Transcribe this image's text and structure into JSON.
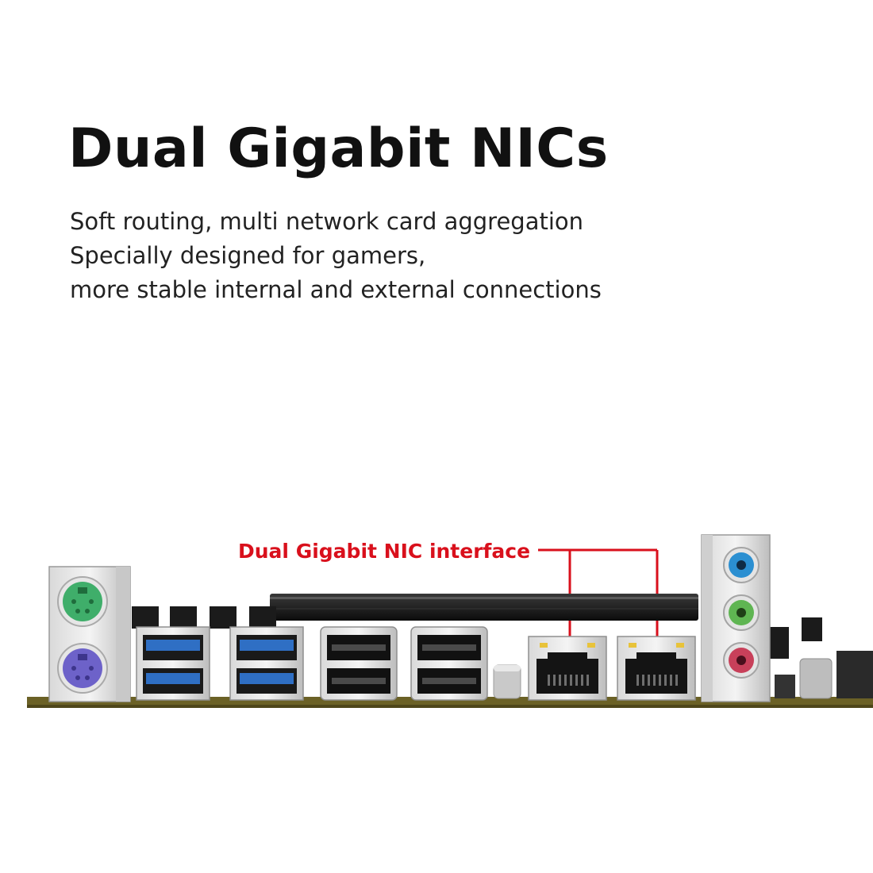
{
  "heading": {
    "title": "Dual Gigabit NICs",
    "lines": [
      "Soft routing, multi network card aggregation",
      "Specially designed for gamers,",
      "more stable internal and external connections"
    ]
  },
  "callout": {
    "label": "Dual Gigabit NIC interface",
    "color": "#d9101c"
  },
  "ports": {
    "ps2": [
      "green",
      "purple"
    ],
    "usb3_stacks": 2,
    "usb2_stacks": 2,
    "rj45_ports": 2,
    "audio_jacks": [
      "blue",
      "green",
      "pink"
    ]
  },
  "colors": {
    "accent": "#d9101c",
    "usb3_blue": "#2f6fc4",
    "ps2_green": "#3fae6a",
    "ps2_purple": "#6d62c9",
    "audio_blue": "#2b8fd1",
    "audio_green": "#5fb552",
    "audio_pink": "#c8405a",
    "pcb": "#6b6126"
  }
}
